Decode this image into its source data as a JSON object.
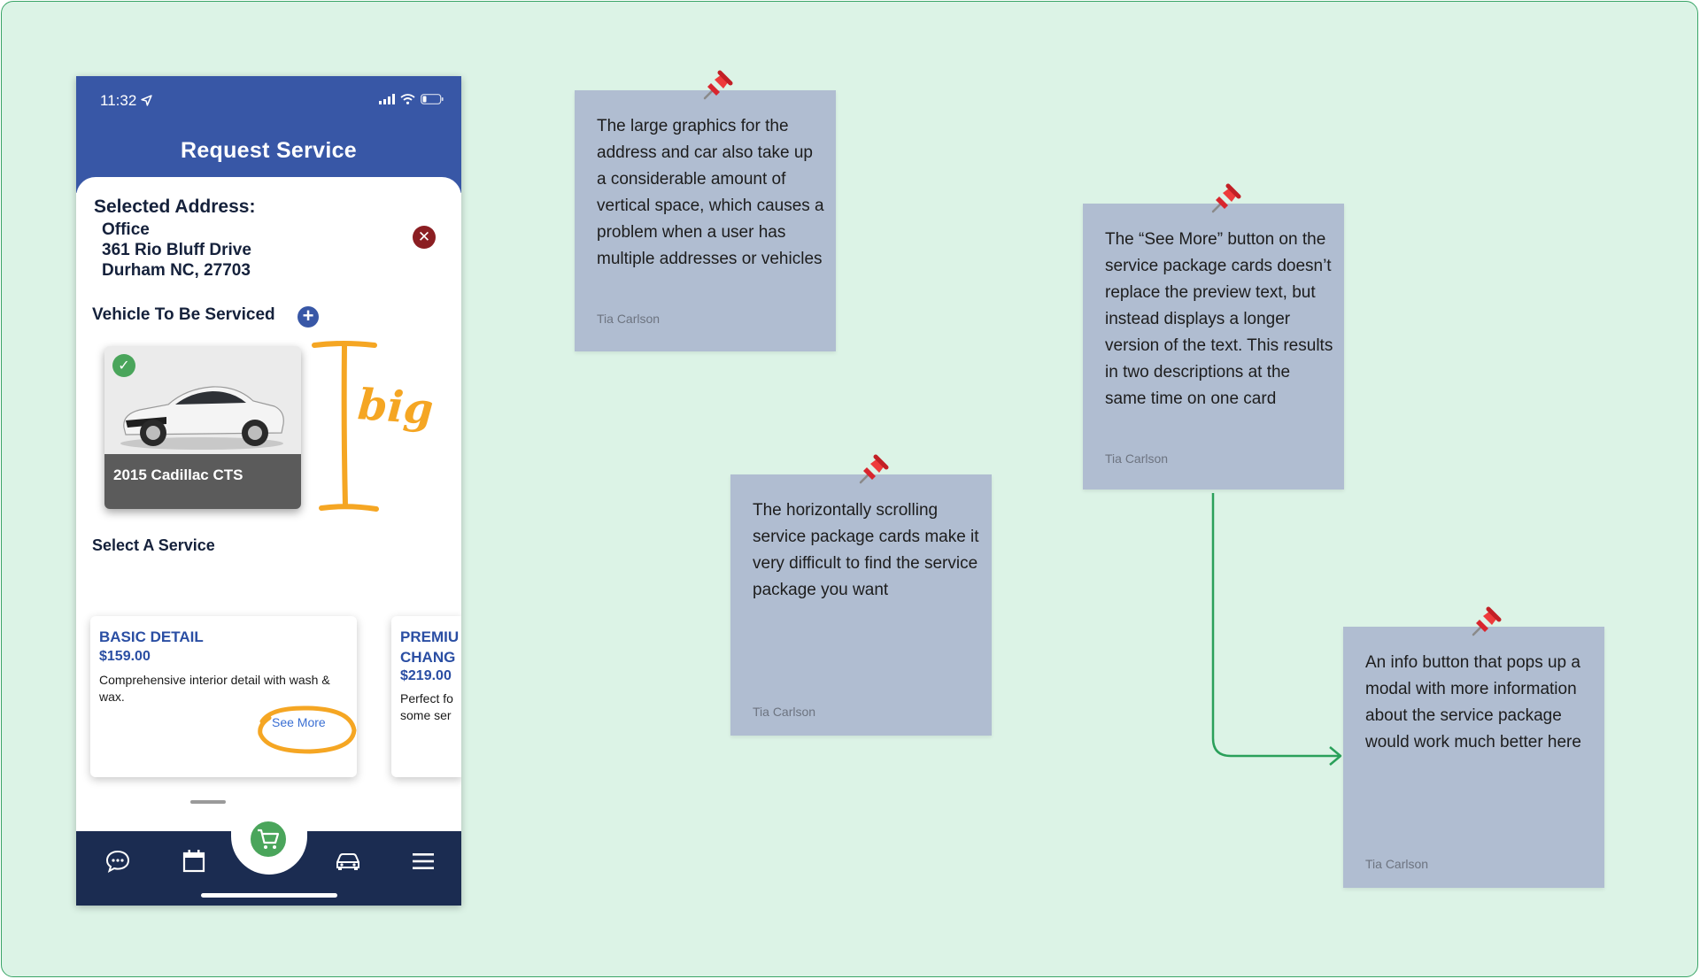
{
  "phone": {
    "status_time": "11:32",
    "header_title": "Request Service",
    "address": {
      "heading": "Selected Address:",
      "name": "Office",
      "street": "361 Rio Bluff Drive",
      "city": "Durham NC, 27703"
    },
    "vehicle": {
      "heading": "Vehicle To Be Serviced",
      "car_name": "2015 Cadillac CTS"
    },
    "service": {
      "heading": "Select A Service",
      "cards": [
        {
          "name": "BASIC DETAIL",
          "price": "$159.00",
          "description": "Comprehensive interior detail with wash & wax.",
          "see_more": "See More"
        },
        {
          "name": "PREMIU CHANG",
          "price": "$219.00",
          "description": "Perfect fo some ser"
        }
      ]
    }
  },
  "annotations": {
    "big_label": "big",
    "color": "#f5a623"
  },
  "notes": [
    {
      "text": "The large graphics for the address and car also take up a considerable amount of vertical space, which causes a problem when a user has multiple addresses or vehicles",
      "author": "Tia Carlson"
    },
    {
      "text": "The horizontally scrolling service package cards make it very difficult to find the service package you want",
      "author": "Tia Carlson"
    },
    {
      "text": "The “See More” button on the service package cards doesn’t replace the preview text, but instead displays a longer version of the text. This results in two descriptions at the same time on one card",
      "author": "Tia Carlson"
    },
    {
      "text": "An info button that pops up a modal with more information about the service package would work much better here",
      "author": "Tia Carlson"
    }
  ],
  "colors": {
    "board_bg": "#dcf3e6",
    "header_blue": "#3857a6",
    "tabbar_navy": "#1b2c51",
    "cart_green": "#4aa55b",
    "note_bg": "#b0bdd1",
    "connector_green": "#2aa05a"
  }
}
